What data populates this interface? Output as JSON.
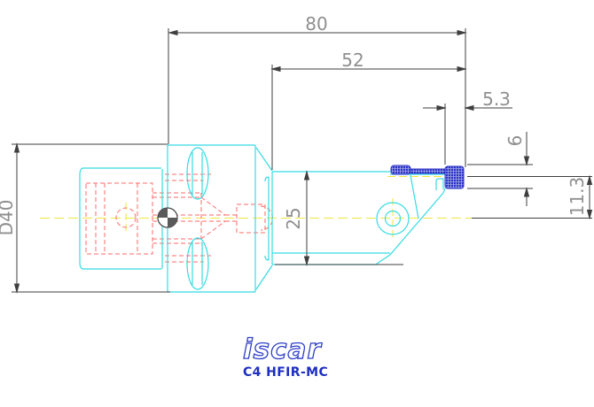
{
  "drawing": {
    "title": "tool holder side view",
    "dimensions": {
      "total_length": "80",
      "head_length": "52",
      "insert_offset": "5.3",
      "edge_height": "6",
      "body_diameter": "25",
      "center_height": "11.3",
      "flange_diameter": "D40"
    },
    "colors": {
      "outline_cyan": "#35dbe4",
      "hidden_red": "#ff6a6a",
      "centerline_yellow": "#f2e63c",
      "insert_blue": "#2d35c8",
      "dimension_line": "#3f3f3f",
      "dimension_text": "#8f8f8f",
      "logo_blue": "#2f3ec6"
    }
  },
  "logo": {
    "brand": "iscar",
    "model": "C4 HFIR-MC"
  }
}
